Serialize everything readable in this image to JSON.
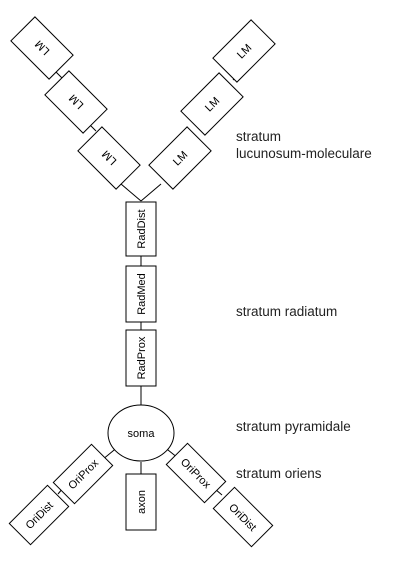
{
  "diagram": {
    "compartments": {
      "soma": "soma",
      "axon": "axon",
      "rad_dist": "RadDist",
      "rad_med": "RadMed",
      "rad_prox": "RadProx",
      "lm": "LM",
      "ori_prox": "OriProx",
      "ori_dist": "OriDist"
    },
    "layers": {
      "lm_line1": "stratum",
      "lm_line2": "lucunosum-moleculare",
      "radiatum": "stratum radiatum",
      "pyramidale": "stratum pyramidale",
      "oriens": "stratum oriens"
    }
  }
}
